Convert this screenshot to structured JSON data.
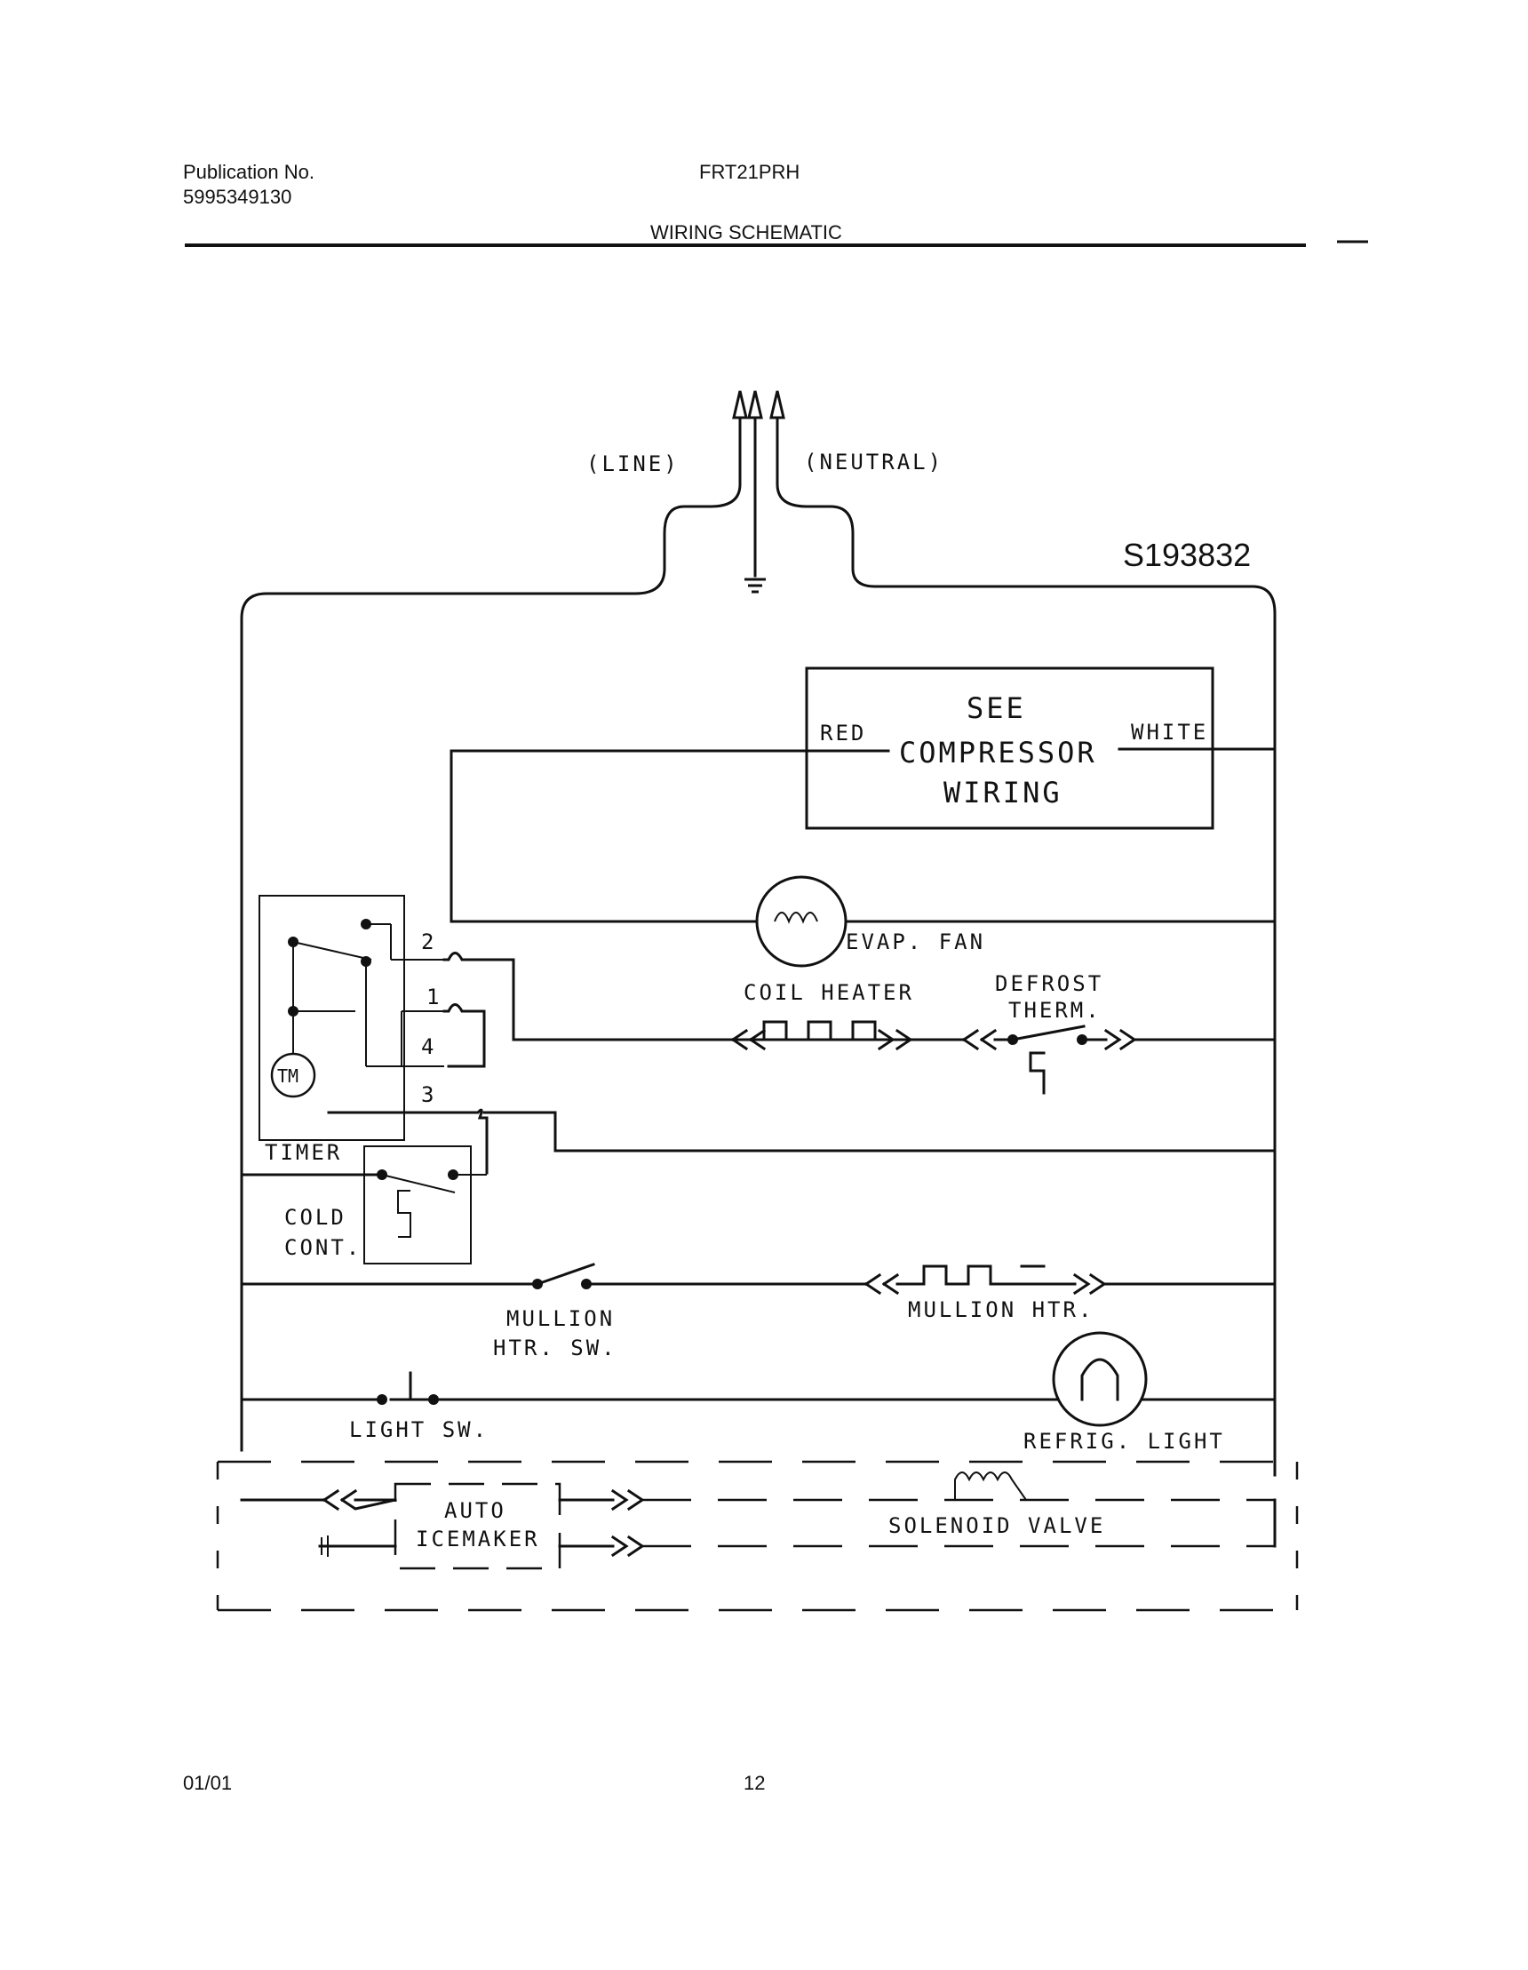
{
  "header": {
    "publication_label": "Publication No.",
    "publication_number": "5995349130",
    "model": "FRT21PRH",
    "section_title": "WIRING SCHEMATIC"
  },
  "schematic_id": "S193832",
  "labels": {
    "line": "(LINE)",
    "neutral": "(NEUTRAL)",
    "compressor_line1": "SEE",
    "compressor_line2": "COMPRESSOR",
    "compressor_line3": "WIRING",
    "red": "RED",
    "white": "WHITE",
    "evap_fan": "EVAP. FAN",
    "coil_heater": "COIL HEATER",
    "defrost_line1": "DEFROST",
    "defrost_line2": "THERM.",
    "timer": "TIMER",
    "timer_motor": "TM",
    "terminal_2": "2",
    "terminal_1": "1",
    "terminal_4": "4",
    "terminal_3": "3",
    "cold_line1": "COLD",
    "cold_line2": "CONT.",
    "mullion_sw_line1": "MULLION",
    "mullion_sw_line2": "HTR. SW.",
    "mullion_htr": "MULLION HTR.",
    "light_sw": "LIGHT SW.",
    "refrig_light": "REFRIG. LIGHT",
    "auto_line1": "AUTO",
    "auto_line2": "ICEMAKER",
    "solenoid": "SOLENOID VALVE"
  },
  "footer": {
    "date": "01/01",
    "page": "12"
  }
}
